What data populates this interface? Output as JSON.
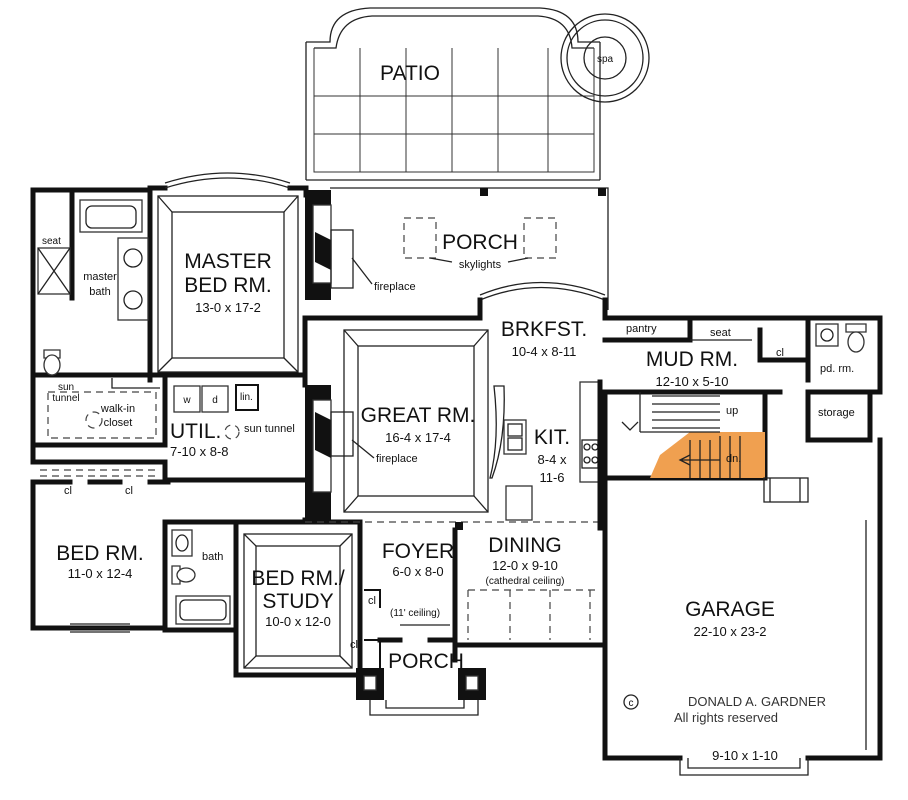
{
  "rooms": {
    "patio": "PATIO",
    "spa": "spa",
    "porch_rear": "PORCH",
    "skylights": "skylights",
    "master_bed_1": "MASTER",
    "master_bed_2": "BED RM.",
    "master_bed_dim": "13-0 x 17-2",
    "fireplace_1": "fireplace",
    "fireplace_2": "fireplace",
    "seat_bath": "seat",
    "master_bath_1": "master",
    "master_bath_2": "bath",
    "sun_tunnel_1a": "sun",
    "sun_tunnel_1b": "tunnel",
    "walk_in_1": "walk-in",
    "walk_in_2": "closet",
    "washer": "w",
    "dryer": "d",
    "linen": "lin.",
    "util": "UTIL.",
    "util_dim": "7-10 x 8-8",
    "sun_tunnel_2": "sun tunnel",
    "brkfst": "BRKFST.",
    "brkfst_dim": "10-4 x 8-11",
    "great_rm": "GREAT RM.",
    "great_rm_dim": "16-4 x 17-4",
    "kit": "KIT.",
    "kit_dim_1": "8-4 x",
    "kit_dim_2": "11-6",
    "pantry": "pantry",
    "seat_mud": "seat",
    "cl_mud": "cl",
    "mud_rm": "MUD RM.",
    "mud_rm_dim": "12-10 x 5-10",
    "pd_rm": "pd. rm.",
    "storage": "storage",
    "stair_up": "up",
    "stair_dn": "dn.",
    "cl_a": "cl",
    "cl_b": "cl",
    "bed_rm": "BED RM.",
    "bed_rm_dim": "11-0 x 12-4",
    "bath": "bath",
    "study_1": "BED RM./",
    "study_2": "STUDY",
    "study_dim": "10-0 x 12-0",
    "foyer": "FOYER",
    "foyer_dim": "6-0 x 8-0",
    "cl_foyer_1": "cl",
    "cl_foyer_2": "cl",
    "ceiling_11": "(11' ceiling)",
    "porch_front": "PORCH",
    "dining": "DINING",
    "dining_dim": "12-0 x 9-10",
    "cathedral": "(cathedral ceiling)",
    "garage": "GARAGE",
    "garage_dim": "22-10 x 23-2",
    "bay_dim": "9-10 x 1-10"
  },
  "credits": {
    "copyright_symbol": "c",
    "designer": "DONALD A. GARDNER",
    "rights": "All rights reserved"
  },
  "colors": {
    "stair_highlight": "#f0a050",
    "wall": "#111111"
  }
}
